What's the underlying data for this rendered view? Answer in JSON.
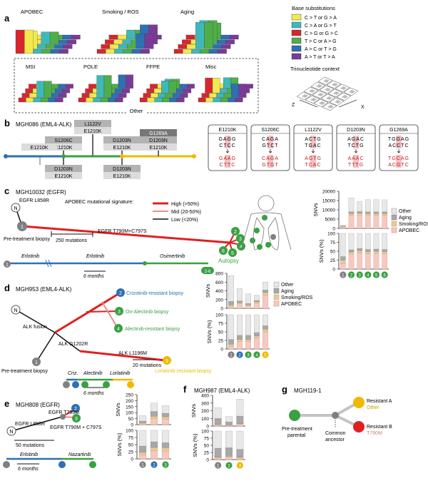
{
  "colors": {
    "ct": "#f2e94e",
    "ca": "#3fb8b8",
    "cg": "#d7262e",
    "tc": "#4fae4a",
    "ag": "#2f6fb3",
    "at": "#7a3b96",
    "hi": "#e02020",
    "mid": "#f08a8a",
    "low": "#111111",
    "blue": "#2f6fb3",
    "green": "#3aa042",
    "yellow": "#f0b800",
    "grey": "#808080",
    "apobec": "#f6c9c0",
    "smk": "#e7c99a",
    "aging": "#a8a8a8",
    "other": "#e8e8e8"
  },
  "panel_a": {
    "letter": "a",
    "top_labels": [
      "APOBEC",
      "Smoking / ROS",
      "Aging"
    ],
    "bottom_labels": [
      "MSI",
      "POLE",
      "FFPE",
      "Misc"
    ],
    "other_label": "Other",
    "legend_title": "Base substitutions",
    "legend": [
      {
        "color": "ct",
        "label": "C > T or G > A"
      },
      {
        "color": "ca",
        "label": "C > A or G > T"
      },
      {
        "color": "cg",
        "label": "C > G or G > C"
      },
      {
        "color": "tc",
        "label": "T > C or A > G"
      },
      {
        "color": "ag",
        "label": "A > C or T > G"
      },
      {
        "color": "at",
        "label": "A > T or T > A"
      }
    ],
    "tri_title": "Trinucleotide context",
    "axis_z": "Z",
    "axis_x": "X"
  },
  "panel_b": {
    "letter": "b",
    "title": "MGH086 (EML4-ALK)",
    "boxes": [
      "L1122V",
      "E1210K",
      "S1206C",
      "E1210K",
      "D1203N",
      "E1210K",
      "G1269A",
      "D1203N",
      "E1210K",
      "E1210K",
      "D1203N",
      "E1210K",
      "D1203N",
      "E1210K"
    ],
    "seq_titles": [
      "E1210K",
      "S1206C",
      "L1122V",
      "D1203N",
      "G1269A"
    ],
    "seq_top": [
      [
        "GAGG",
        "CTCC"
      ],
      [
        "CAGA",
        "GTCT"
      ],
      [
        "ACTG",
        "TGAC"
      ],
      [
        "AGAC",
        "TCTG"
      ],
      [
        "TGGAG",
        "ACCTC"
      ]
    ],
    "seq_bot": [
      [
        "GAAG",
        "CTTC"
      ],
      [
        "CAGA",
        "GTGT"
      ],
      [
        "AGTG",
        "TCAC"
      ],
      [
        "AAAC",
        "TTTG"
      ],
      [
        "TGCAG",
        "ACGTC"
      ]
    ]
  },
  "panel_c": {
    "letter": "c",
    "title": "MGH10032 (EGFR)",
    "sig_label": "APOBEC mutational signature:",
    "sig": [
      "High (>50%)",
      "Mid (20-50%)",
      "Low (<20%)"
    ],
    "egfr": "EGFR L858R",
    "mut": "EGFR T790M+C797S",
    "scale": "250 mutations",
    "pre": "Pre-treatment biopsy",
    "autopsy": "Autopsy",
    "drugs": [
      "Erlotinib",
      "Erlotinib",
      "Osimertinib"
    ],
    "months": "6 months",
    "node_labels": [
      "N",
      "1",
      "2",
      "3",
      "4",
      "5",
      "6",
      "2-6"
    ],
    "chart_data": [
      {
        "type": "bar",
        "ylabel": "SNVs",
        "ylim": [
          0,
          20000
        ],
        "yticks": [
          "0",
          "5000",
          "10000",
          "15000",
          "20000"
        ],
        "categories": [
          "1",
          "2",
          "3",
          "4",
          "5",
          "6"
        ],
        "series": [
          {
            "name": "APOBEC",
            "values": [
              500,
              7000,
              7200,
              7000,
              7000,
              7000
            ]
          },
          {
            "name": "Smoking/ROS",
            "values": [
              500,
              1000,
              1000,
              1000,
              1000,
              1000
            ]
          },
          {
            "name": "Aging",
            "values": [
              300,
              1000,
              900,
              900,
              900,
              900
            ]
          },
          {
            "name": "Other",
            "values": [
              500,
              7500,
              5500,
              6600,
              6600,
              6500
            ]
          }
        ],
        "legend": [
          "Other",
          "Aging",
          "Smoking/ROS",
          "APOBEC"
        ]
      },
      {
        "type": "bar",
        "ylabel": "SNVs (%)",
        "ylim": [
          0,
          100
        ],
        "yticks": [
          "0",
          "25",
          "50",
          "75",
          "100"
        ],
        "categories": [
          "1",
          "2",
          "3",
          "4",
          "5",
          "6"
        ],
        "series": [
          {
            "name": "APOBEC",
            "values": [
              15,
              42,
              45,
              43,
              44,
              43
            ]
          },
          {
            "name": "Smoking/ROS",
            "values": [
              10,
              6,
              7,
              6,
              6,
              6
            ]
          },
          {
            "name": "Aging",
            "values": [
              10,
              6,
              6,
              6,
              6,
              6
            ]
          },
          {
            "name": "Other",
            "values": [
              65,
              46,
              42,
              45,
              44,
              45
            ]
          }
        ]
      }
    ]
  },
  "panel_d": {
    "letter": "d",
    "title": "MGH953 (EML4-ALK)",
    "labels": [
      "Crizotinib-resistant biopsy",
      "On-Alectinib biopsy",
      "Alectinib-resistant biopsy",
      "Lorlatinib-resistant biopsy",
      "ALK fusion",
      "ALK G1202R",
      "ALK L1196M",
      "20 mutations",
      "Pre-treatment biopsy"
    ],
    "drugs": [
      "Criz.",
      "Alectinib",
      "Lorlatinib"
    ],
    "months": "6 months",
    "chart_data": [
      {
        "type": "bar",
        "ylabel": "SNVs",
        "ylim": [
          0,
          800
        ],
        "yticks": [
          "0",
          "200",
          "400",
          "600",
          "800"
        ],
        "categories": [
          "1",
          "2",
          "3",
          "4",
          "5"
        ],
        "series": [
          {
            "name": "APOBEC",
            "values": [
              40,
              100,
              60,
              120,
              300
            ]
          },
          {
            "name": "Smoking/ROS",
            "values": [
              40,
              30,
              20,
              30,
              60
            ]
          },
          {
            "name": "Aging",
            "values": [
              80,
              40,
              30,
              30,
              60
            ]
          },
          {
            "name": "Other",
            "values": [
              590,
              280,
              220,
              120,
              180
            ]
          }
        ],
        "legend": [
          "Other",
          "Aging",
          "Smoking/ROS",
          "APOBEC"
        ]
      },
      {
        "type": "bar",
        "ylabel": "SNVs (%)",
        "ylim": [
          0,
          100
        ],
        "yticks": [
          "0",
          "25",
          "50",
          "75",
          "100"
        ],
        "categories": [
          "1",
          "2",
          "3",
          "4",
          "5"
        ],
        "series": [
          {
            "name": "APOBEC",
            "values": [
              8,
              22,
              22,
              32,
              50
            ]
          },
          {
            "name": "Smoking/ROS",
            "values": [
              6,
              6,
              6,
              6,
              8
            ]
          },
          {
            "name": "Aging",
            "values": [
              14,
              12,
              12,
              10,
              10
            ]
          },
          {
            "name": "Other",
            "values": [
              72,
              60,
              60,
              52,
              32
            ]
          }
        ]
      }
    ]
  },
  "panel_e": {
    "letter": "e",
    "title": "MGH808 (EGFR)",
    "labels": [
      "EGFR T790M",
      "EGFR L858R",
      "EGFR T790M + C797S",
      "50 mutations"
    ],
    "drugs": [
      "Erlotinib",
      "Nazartinib"
    ],
    "months": "6 months",
    "chart_data": [
      {
        "type": "bar",
        "ylabel": "SNVs",
        "ylim": [
          0,
          250
        ],
        "yticks": [
          "0",
          "50",
          "100",
          "150",
          "200",
          "250"
        ],
        "categories": [
          "1",
          "2",
          "3"
        ],
        "series": [
          {
            "name": "APOBEC",
            "values": [
              10,
              50,
              45
            ]
          },
          {
            "name": "Smoking/ROS",
            "values": [
              5,
              20,
              20
            ]
          },
          {
            "name": "Aging",
            "values": [
              15,
              40,
              30
            ]
          },
          {
            "name": "Other",
            "values": [
              45,
              70,
              65
            ]
          }
        ]
      },
      {
        "type": "bar",
        "ylabel": "SNVs (%)",
        "ylim": [
          0,
          100
        ],
        "yticks": [
          "0",
          "25",
          "50",
          "75",
          "100"
        ],
        "categories": [
          "1",
          "2",
          "3"
        ],
        "series": [
          {
            "name": "APOBEC",
            "values": [
              15,
              28,
              27
            ]
          },
          {
            "name": "Smoking/ROS",
            "values": [
              8,
              12,
              12
            ]
          },
          {
            "name": "Aging",
            "values": [
              22,
              20,
              18
            ]
          },
          {
            "name": "Other",
            "values": [
              55,
              40,
              43
            ]
          }
        ]
      }
    ]
  },
  "panel_f": {
    "letter": "f",
    "title": "MGH987 (EML4-ALK)",
    "chart_data": [
      {
        "type": "bar",
        "ylabel": "SNVs",
        "ylim": [
          0,
          400
        ],
        "yticks": [
          "0",
          "100",
          "200",
          "300",
          "400"
        ],
        "categories": [
          "1",
          "2",
          "3"
        ],
        "series": [
          {
            "name": "APOBEC",
            "values": [
              10,
              10,
              20
            ]
          },
          {
            "name": "Smoking/ROS",
            "values": [
              10,
              5,
              10
            ]
          },
          {
            "name": "Aging",
            "values": [
              80,
              40,
              100
            ]
          },
          {
            "name": "Other",
            "values": [
              140,
              70,
              220
            ]
          }
        ]
      },
      {
        "type": "bar",
        "ylabel": "SNVs (%)",
        "ylim": [
          0,
          100
        ],
        "yticks": [
          "0",
          "25",
          "50",
          "75",
          "100"
        ],
        "categories": [
          "1",
          "2",
          "3"
        ],
        "series": [
          {
            "name": "APOBEC",
            "values": [
              4,
              8,
              4
            ]
          },
          {
            "name": "Smoking/ROS",
            "values": [
              4,
              4,
              4
            ]
          },
          {
            "name": "Aging",
            "values": [
              32,
              30,
              28
            ]
          },
          {
            "name": "Other",
            "values": [
              60,
              58,
              64
            ]
          }
        ]
      }
    ]
  },
  "panel_g": {
    "letter": "g",
    "title": "MGH119-1",
    "labels": [
      "Pre-treatment parental",
      "Common ancestor",
      "Resistant A",
      "Other",
      "Resistant B",
      "T790M"
    ]
  }
}
